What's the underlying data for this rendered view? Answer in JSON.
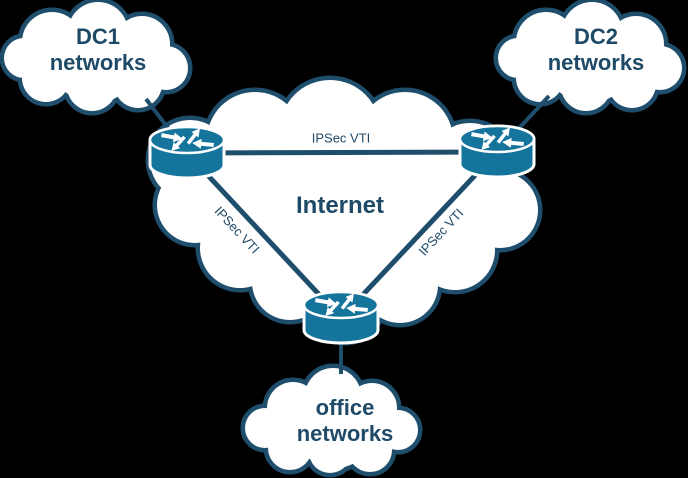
{
  "diagram": {
    "type": "network-topology",
    "background": "#000000",
    "colors": {
      "outline_navy": "#1F4E6D",
      "router_teal": "#15749C",
      "cloud_fill": "#FFFFFF",
      "text_navy": "#1E4A68",
      "arrow_white": "#FFFFFF"
    },
    "clouds": {
      "dc1": {
        "label": "DC1 networks"
      },
      "dc2": {
        "label": "DC2 networks"
      },
      "office": {
        "label": "office networks"
      },
      "internet": {
        "label": "Internet"
      }
    },
    "routers": [
      {
        "id": "router-dc1",
        "icon": "router-icon"
      },
      {
        "id": "router-dc2",
        "icon": "router-icon"
      },
      {
        "id": "router-office",
        "icon": "router-icon"
      }
    ],
    "links": {
      "dc1_dc2": {
        "label": "IPSec VTI"
      },
      "dc1_office": {
        "label": "IPSec VTI"
      },
      "dc2_office": {
        "label": "IPSec VTI"
      }
    }
  }
}
